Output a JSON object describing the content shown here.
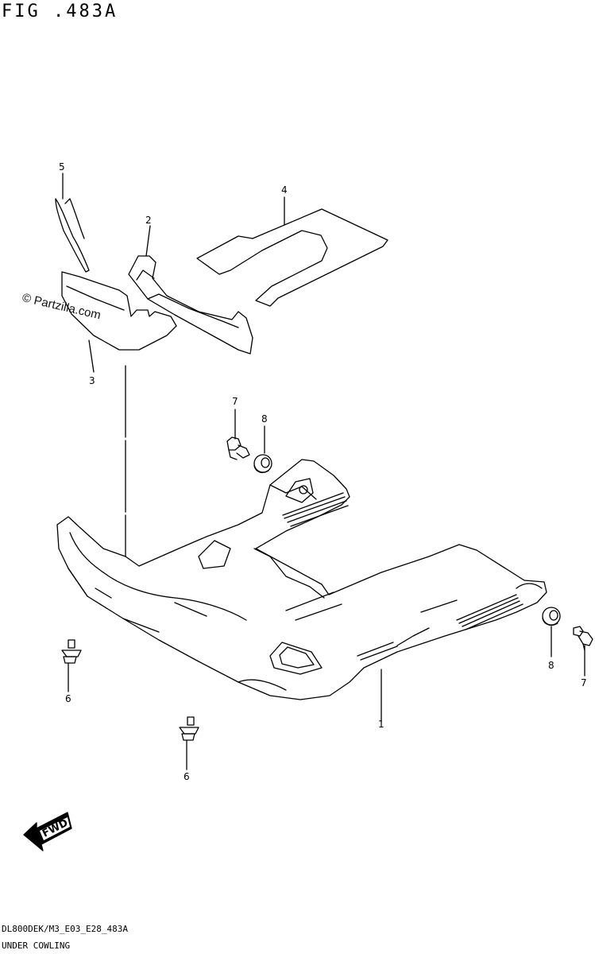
{
  "figure_title": "FIG .483A",
  "watermark": "© Partzilla.com",
  "callouts": {
    "c1": "1",
    "c2": "2",
    "c3": "3",
    "c4": "4",
    "c5": "5",
    "c6a": "6",
    "c6b": "6",
    "c7a": "7",
    "c7b": "7",
    "c8a": "8",
    "c8b": "8"
  },
  "fwd_label": "FWD",
  "footer": {
    "code": "DL800DEK/M3_E03_E28_483A",
    "name": "UNDER COWLING"
  }
}
